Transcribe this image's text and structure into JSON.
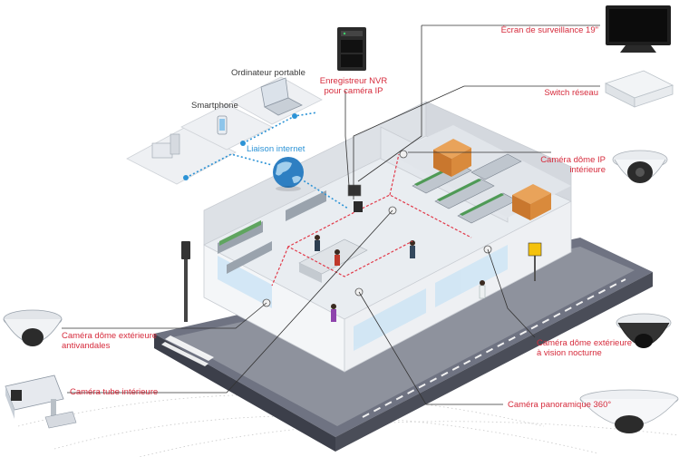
{
  "labels": {
    "ecran": "Écran de surveillance 19\"",
    "nvr_line1": "Enregistreur NVR",
    "nvr_line2": "pour caméra IP",
    "ordinateur": "Ordinateur portable",
    "smartphone": "Smartphone",
    "liaison": "Liaison internet",
    "switch": "Switch réseau",
    "dome_ip_line1": "Caméra dôme IP",
    "dome_ip_line2": "intérieure",
    "dome_ext_line1": "Caméra dôme extérieure",
    "dome_ext_line2": "antivandales",
    "tube": "Caméra tube intérieure",
    "nocturne_line1": "Caméra dôme extérieure",
    "nocturne_line2": "à vision nocturne",
    "panoramique": "Caméra panoramique 360°"
  },
  "colors": {
    "label_red": "#d62b3c",
    "label_grey": "#3a3a3a",
    "network_blue": "#2c93d6",
    "cable_red": "#e23a4a",
    "leader_dark": "#333333"
  }
}
